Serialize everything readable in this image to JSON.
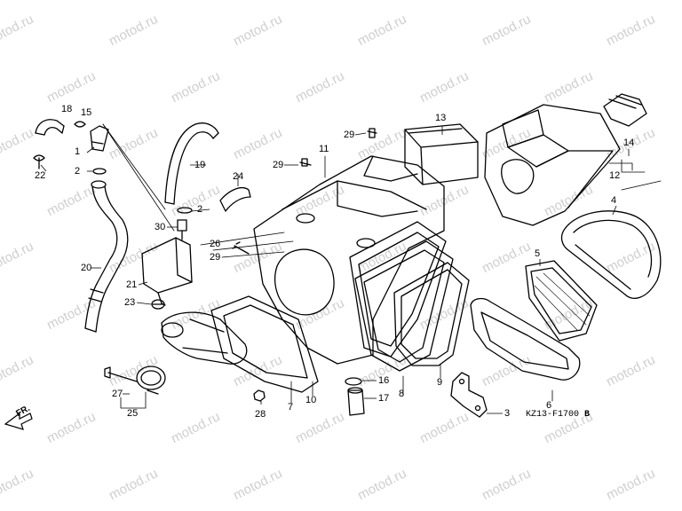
{
  "watermark_text": "motod.ru",
  "diagram_code": "KZ13-F1700",
  "diagram_code_suffix": "B",
  "direction_label": "FR.",
  "colors": {
    "line": "#000000",
    "watermark": "#cfcfcf",
    "background": "#ffffff"
  },
  "callouts": {
    "c1": "1",
    "c2a": "2",
    "c2b": "2",
    "c3": "3",
    "c4": "4",
    "c5": "5",
    "c6": "6",
    "c7": "7",
    "c8": "8",
    "c9": "9",
    "c10": "10",
    "c11": "11",
    "c12": "12",
    "c13": "13",
    "c14": "14",
    "c15": "15",
    "c16": "16",
    "c17": "17",
    "c18": "18",
    "c19": "19",
    "c20": "20",
    "c21": "21",
    "c22": "22",
    "c23": "23",
    "c24": "24",
    "c25": "25",
    "c26": "26",
    "c27": "27",
    "c28": "28",
    "c29a": "29",
    "c29b": "29",
    "c29c": "29",
    "c30": "30"
  }
}
